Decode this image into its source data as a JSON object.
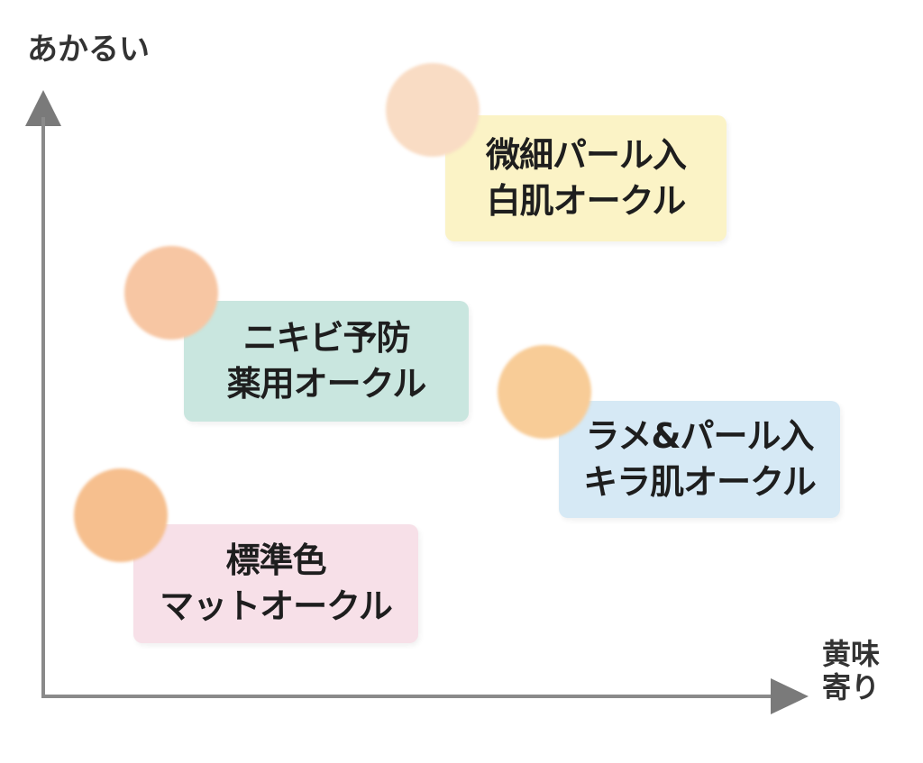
{
  "axes": {
    "y_label": "あかるい",
    "x_label_line1": "黄味",
    "x_label_line2": "寄り"
  },
  "items": [
    {
      "line1": "微細パール入",
      "line2": "白肌オークル",
      "box_color": "#fbf3c6",
      "dot_color": "#f9dcc4"
    },
    {
      "line1": "ニキビ予防",
      "line2": "薬用オークル",
      "box_color": "#c9e6df",
      "dot_color": "#f7c6a3"
    },
    {
      "line1": "ラメ&パール入",
      "line2": "キラ肌オークル",
      "box_color": "#d6e9f5",
      "dot_color": "#f8cc97"
    },
    {
      "line1": "標準色",
      "line2": "マットオークル",
      "box_color": "#f7e0e8",
      "dot_color": "#f6bf8e"
    }
  ]
}
